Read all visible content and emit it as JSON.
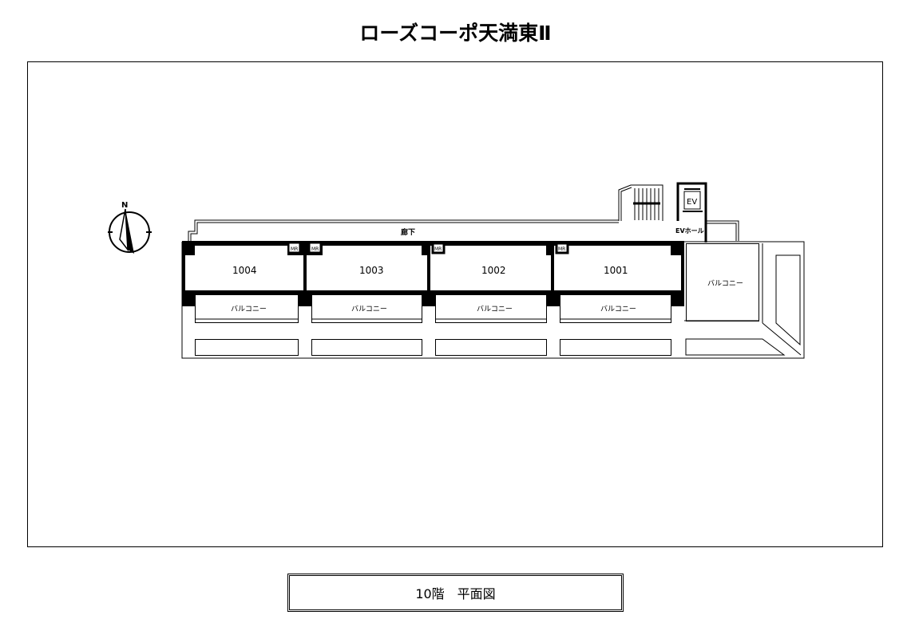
{
  "title": "ローズコーポ天満東Ⅱ",
  "caption": "10階　平面図",
  "compass": {
    "label": "N"
  },
  "corridor_label": "廊下",
  "ev": {
    "label": "EV",
    "hall_label": "EVホール"
  },
  "units": [
    {
      "number": "1004",
      "meter": "MR",
      "balcony": "バルコニー"
    },
    {
      "number": "1003",
      "meter": "MR",
      "balcony": "バルコニー"
    },
    {
      "number": "1002",
      "meter": "MR",
      "balcony": "バルコニー"
    },
    {
      "number": "1001",
      "meter": "MR",
      "balcony": "バルコニー"
    }
  ],
  "corner_balcony": "バルコニー"
}
